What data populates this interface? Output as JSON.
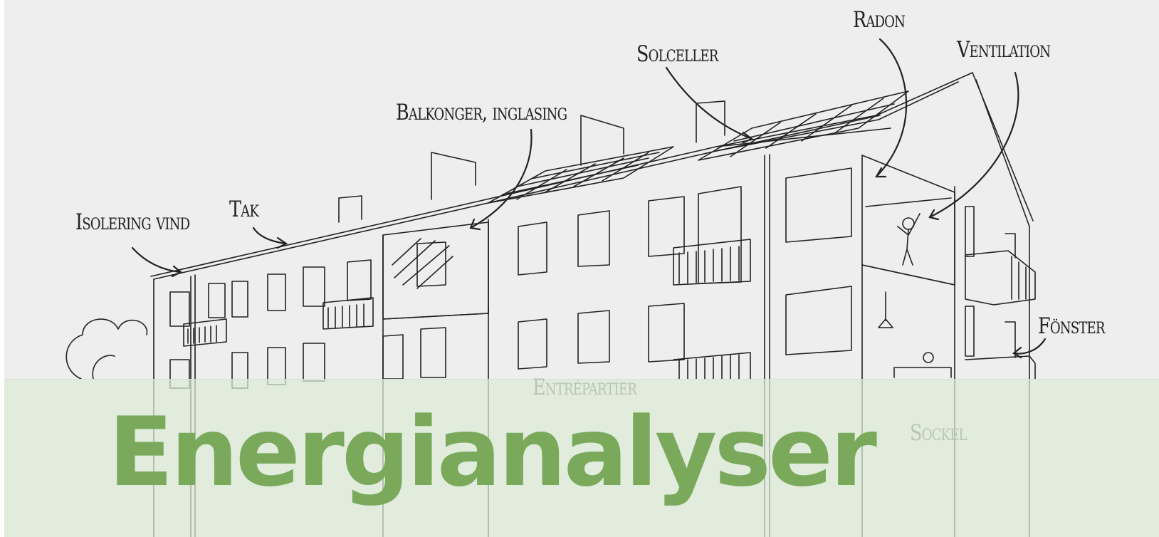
{
  "labels": {
    "isolering_vind": "Isolering vind",
    "tak": "Tak",
    "balkonger": "Balkonger, inglasing",
    "solceller": "Solceller",
    "radon": "Radon",
    "ventilation": "Ventilation",
    "fonster": "Fönster",
    "entrepartier": "Entrépartier",
    "sockel": "Sockel"
  },
  "banner": {
    "title": "Energianalyser"
  },
  "colors": {
    "background": "#eeeeee",
    "banner": "#dcecd6",
    "title": "#7aa95c",
    "sketch": "#222222"
  }
}
